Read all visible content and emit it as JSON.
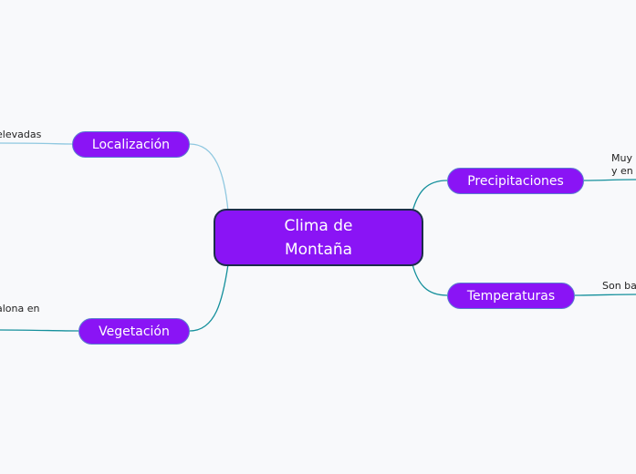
{
  "central": {
    "line1": "Clima de",
    "line2": "Montaña"
  },
  "topics": {
    "localizacion": "Localización",
    "vegetacion": "Vegetación",
    "precipitaciones": "Precipitaciones",
    "temperaturas": "Temperaturas"
  },
  "subtopics": {
    "localizacion": "elevadas",
    "vegetacion": "alona en",
    "precipitaciones_line1": "Muy c",
    "precipitaciones_line2": "y en",
    "temperaturas": "Son ba"
  },
  "colors": {
    "background": "#f8f9fb",
    "node_fill": "#8a14f5",
    "central_border": "#1c2d4a",
    "node_border": "#5b7ed0",
    "link_light": "#8fc8e0",
    "link_teal": "#15909c"
  }
}
